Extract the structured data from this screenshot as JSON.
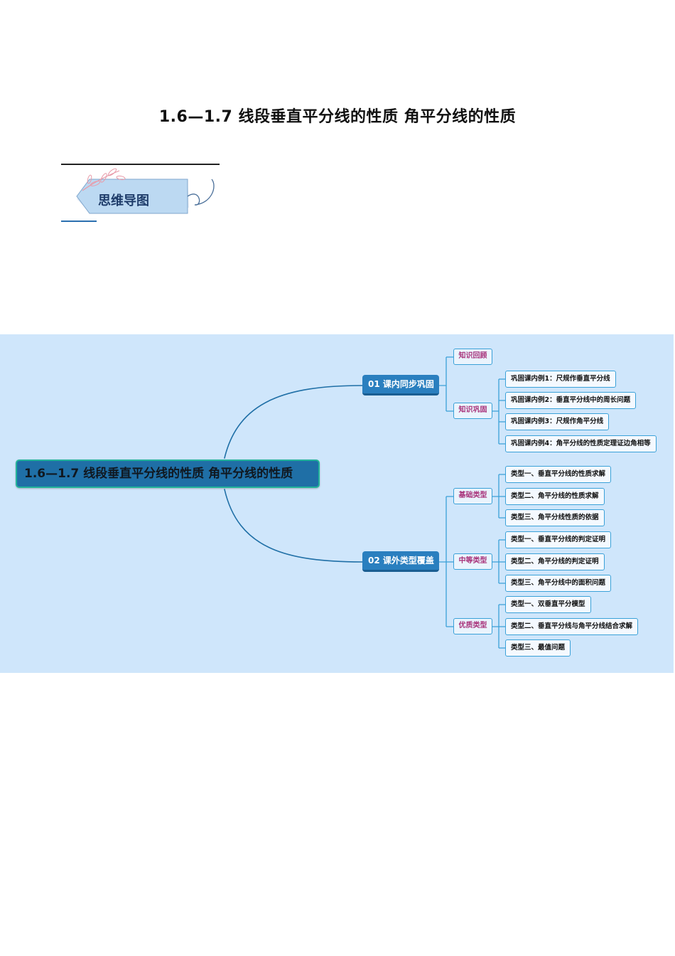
{
  "page": {
    "title": "1.6—1.7  线段垂直平分线的性质  角平分线的性质",
    "section_badge": "思维导图"
  },
  "mindmap": {
    "root": "1.6—1.7 线段垂直平分线的性质 角平分线的性质",
    "branches": [
      {
        "label": "01  课内同步巩固",
        "children": [
          {
            "label": "知识回顾",
            "children": []
          },
          {
            "label": "知识巩固",
            "children": [
              "巩固课内例1：尺规作垂直平分线",
              "巩固课内例2：垂直平分线中的周长问题",
              "巩固课内例3：尺规作角平分线",
              "巩固课内例4：角平分线的性质定理证边角相等"
            ]
          }
        ]
      },
      {
        "label": "02  课外类型覆盖",
        "children": [
          {
            "label": "基础类型",
            "children": [
              "类型一、垂直平分线的性质求解",
              "类型二、角平分线的性质求解",
              "类型三、角平分线性质的依据"
            ]
          },
          {
            "label": "中等类型",
            "children": [
              "类型一、垂直平分线的判定证明",
              "类型二、角平分线的判定证明",
              "类型三、角平分线中的面积问题"
            ]
          },
          {
            "label": "优质类型",
            "children": [
              "类型一、双垂直平分模型",
              "类型二、垂直平分线与角平分线结合求解",
              "类型三、最值问题"
            ]
          }
        ]
      }
    ]
  },
  "colors": {
    "canvas": "#cfe6fb",
    "branch_line": "#1f6fa6",
    "node_border": "#3aa1d8",
    "sub_text": "#a8327a",
    "main_fill": "#2a7fbf"
  }
}
